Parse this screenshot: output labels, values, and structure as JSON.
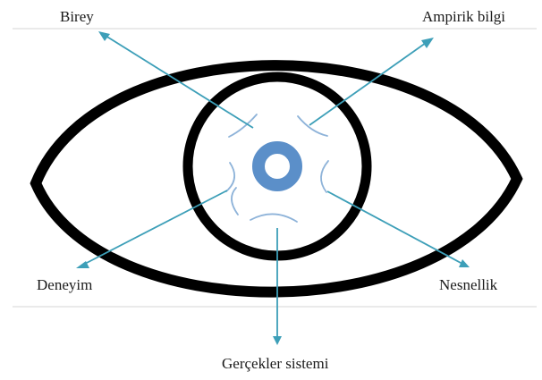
{
  "labels": {
    "birey": "Birey",
    "ampirik": "Ampirik bilgi",
    "deneyim": "Deneyim",
    "nesnellik": "Nesnellik",
    "gercekler": "Gerçekler sistemi"
  },
  "colors": {
    "outline": "#000000",
    "pupil": "#5b8fc9",
    "arcs": "#8eb3d9",
    "leaders": "#3d9fb8",
    "frame": "#d4d4d4"
  }
}
